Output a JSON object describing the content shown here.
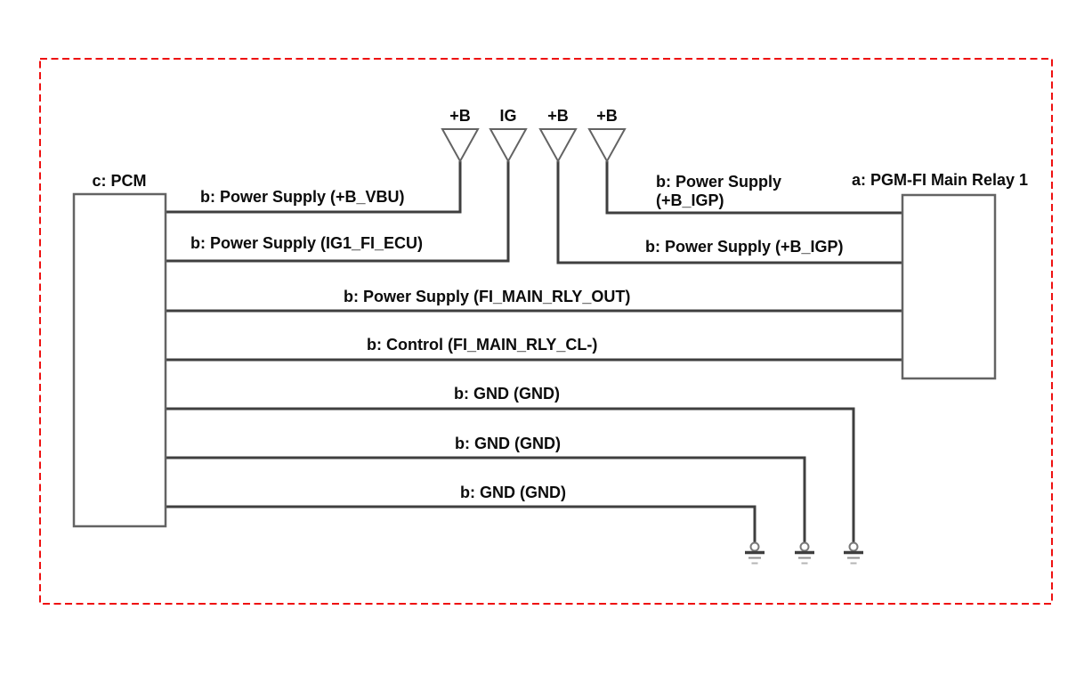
{
  "diagram": {
    "components": {
      "pcm": {
        "label": "c: PCM"
      },
      "relay": {
        "label": "a: PGM-FI Main Relay 1"
      }
    },
    "connectors": [
      {
        "label": "+B"
      },
      {
        "label": "IG"
      },
      {
        "label": "+B"
      },
      {
        "label": "+B"
      }
    ],
    "wires": [
      {
        "id": "power-supply-b-vbu",
        "label": "b: Power Supply (+B_VBU)"
      },
      {
        "id": "power-supply-ig1-fi-ecu",
        "label": "b: Power Supply (IG1_FI_ECU)"
      },
      {
        "id": "power-supply-b-igp-upper",
        "label_line1": "b: Power Supply",
        "label_line2": "(+B_IGP)"
      },
      {
        "id": "power-supply-b-igp-lower",
        "label": "b: Power Supply (+B_IGP)"
      },
      {
        "id": "power-supply-fi-main-rly-out",
        "label": "b: Power Supply (FI_MAIN_RLY_OUT)"
      },
      {
        "id": "control-fi-main-rly-cl",
        "label": "b: Control (FI_MAIN_RLY_CL-)"
      },
      {
        "id": "gnd-1",
        "label": "b: GND (GND)"
      },
      {
        "id": "gnd-2",
        "label": "b: GND (GND)"
      },
      {
        "id": "gnd-3",
        "label": "b: GND (GND)"
      }
    ],
    "colors": {
      "frame_border": "#ee1111",
      "wire": "#3f3f3f",
      "box_border": "#636363",
      "ground_mid_bar": "#8f8f8f",
      "ground_small_bar": "#b5b5b5",
      "text": "#0b0b0b",
      "background": "#ffffff"
    }
  }
}
